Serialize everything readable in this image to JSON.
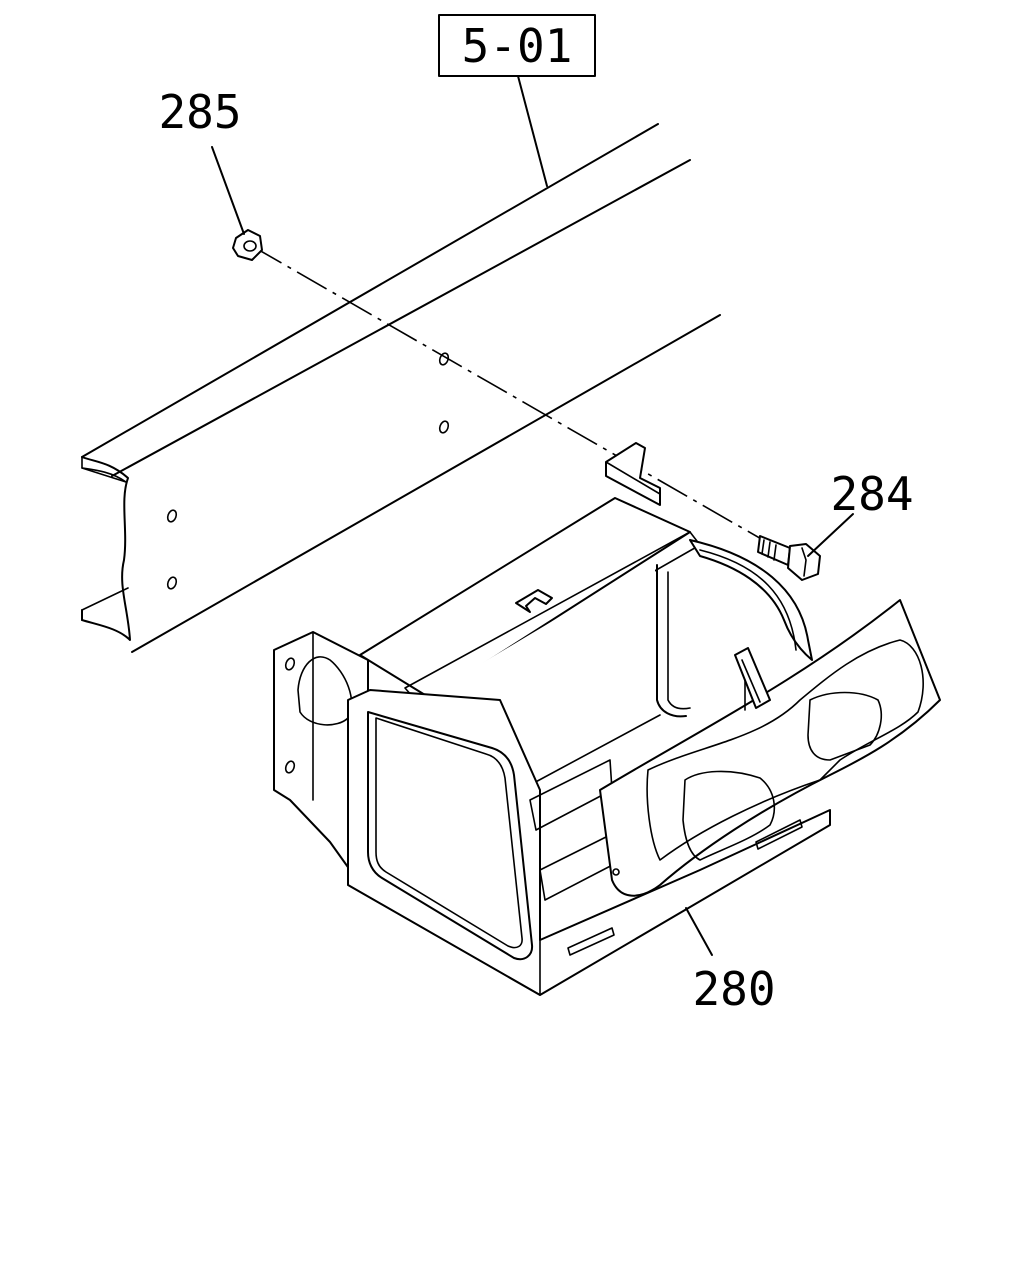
{
  "ref_box": {
    "text": "5-01"
  },
  "callouts": [
    {
      "id": "nut",
      "text": "285"
    },
    {
      "id": "bolt",
      "text": "284"
    },
    {
      "id": "bracket",
      "text": "280"
    }
  ],
  "colors": {
    "ink": "#000000",
    "paper": "#ffffff"
  }
}
